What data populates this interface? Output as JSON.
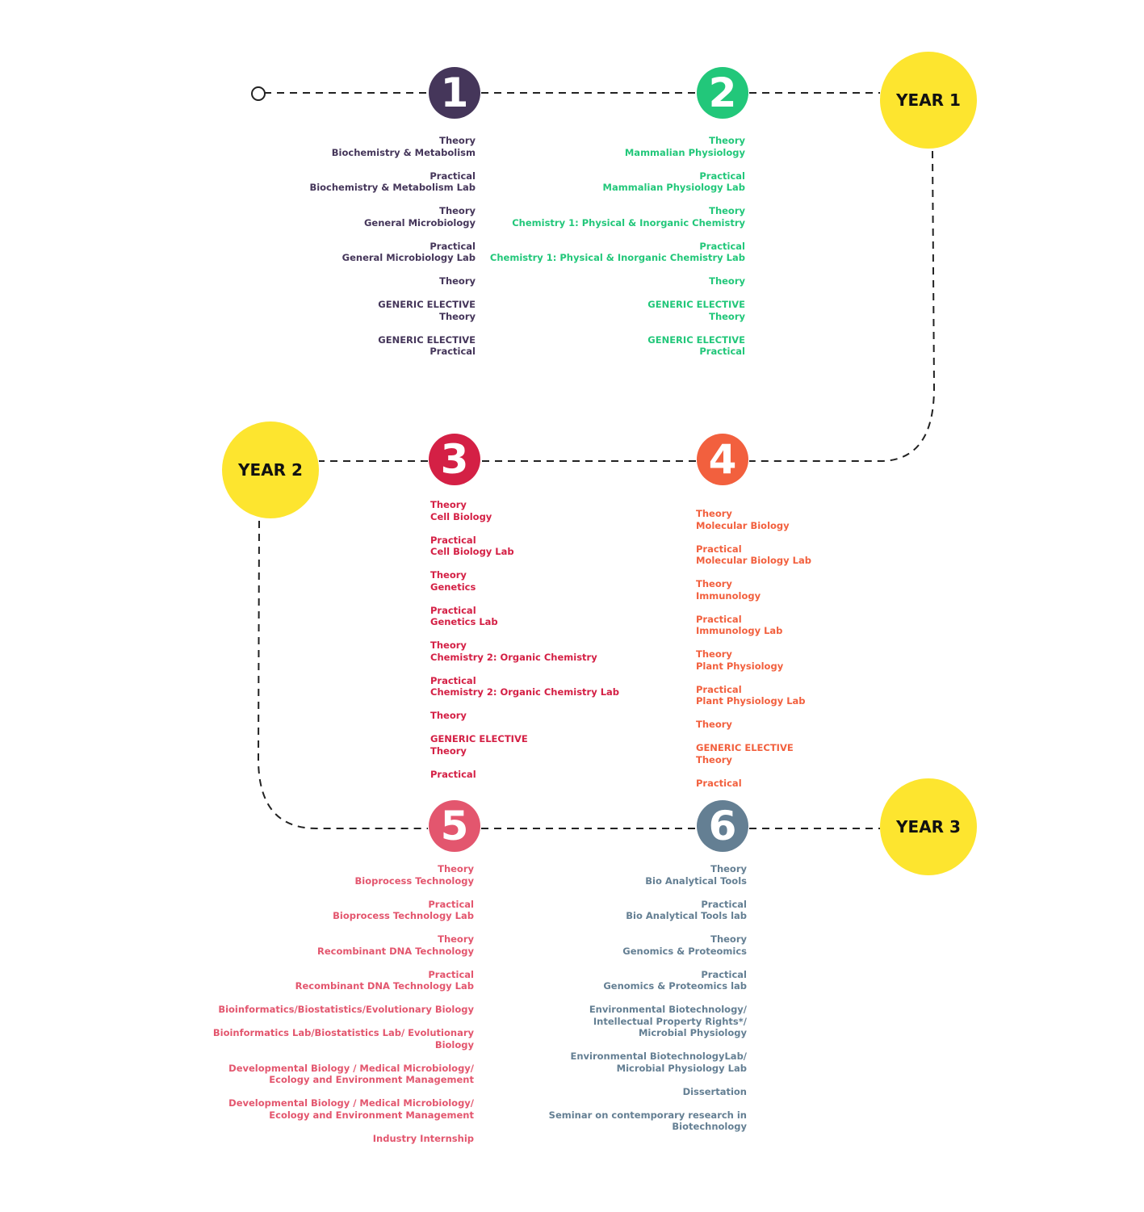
{
  "colors": {
    "sem1": "#45365a",
    "sem2": "#22c77a",
    "sem3": "#d42045",
    "sem4": "#f2603e",
    "sem5": "#e3566e",
    "sem6": "#647f93",
    "year": "#fde52f",
    "path": "#222222"
  },
  "years": {
    "y1": "YEAR 1",
    "y2": "YEAR 2",
    "y3": "YEAR 3"
  },
  "semesters": [
    {
      "number": "1",
      "items": [
        [
          "Theory",
          "Biochemistry & Metabolism"
        ],
        [
          "Practical",
          "Biochemistry & Metabolism Lab"
        ],
        [
          "Theory",
          "General Microbiology"
        ],
        [
          "Practical",
          "General Microbiology Lab"
        ],
        [
          "Theory"
        ],
        [
          "GENERIC ELECTIVE",
          "Theory"
        ],
        [
          "GENERIC ELECTIVE",
          "Practical"
        ]
      ]
    },
    {
      "number": "2",
      "items": [
        [
          "Theory",
          "Mammalian Physiology"
        ],
        [
          "Practical",
          "Mammalian Physiology Lab"
        ],
        [
          "Theory",
          "Chemistry 1: Physical & Inorganic Chemistry"
        ],
        [
          "Practical",
          "Chemistry 1: Physical & Inorganic Chemistry Lab"
        ],
        [
          "Theory"
        ],
        [
          "GENERIC ELECTIVE",
          "Theory"
        ],
        [
          "GENERIC ELECTIVE",
          "Practical"
        ]
      ]
    },
    {
      "number": "3",
      "items": [
        [
          "Theory",
          "Cell Biology"
        ],
        [
          "Practical",
          "Cell Biology Lab"
        ],
        [
          "Theory",
          "Genetics"
        ],
        [
          "Practical",
          "Genetics Lab"
        ],
        [
          "Theory",
          "Chemistry 2: Organic Chemistry"
        ],
        [
          "Practical",
          "Chemistry 2: Organic Chemistry Lab"
        ],
        [
          "Theory"
        ],
        [
          "GENERIC ELECTIVE",
          "Theory"
        ],
        [
          "Practical"
        ]
      ]
    },
    {
      "number": "4",
      "items": [
        [
          "Theory",
          "Molecular Biology"
        ],
        [
          "Practical",
          "Molecular Biology Lab"
        ],
        [
          "Theory",
          "Immunology"
        ],
        [
          "Practical",
          "Immunology Lab"
        ],
        [
          "Theory",
          "Plant Physiology"
        ],
        [
          "Practical",
          "Plant Physiology Lab"
        ],
        [
          "Theory"
        ],
        [
          "GENERIC ELECTIVE",
          "Theory"
        ],
        [
          "Practical"
        ]
      ]
    },
    {
      "number": "5",
      "items": [
        [
          "Theory",
          "Bioprocess Technology"
        ],
        [
          "Practical",
          "Bioprocess Technology Lab"
        ],
        [
          "Theory",
          "Recombinant DNA Technology"
        ],
        [
          "Practical",
          "Recombinant DNA Technology Lab"
        ],
        [
          "Bioinformatics/Biostatistics/Evolutionary Biology"
        ],
        [
          "Bioinformatics Lab/Biostatistics Lab/ Evolutionary",
          "Biology"
        ],
        [
          "Developmental Biology / Medical Microbiology/",
          "Ecology and Environment Management"
        ],
        [
          "Developmental Biology / Medical Microbiology/",
          "Ecology and Environment Management"
        ],
        [
          "Industry Internship"
        ]
      ]
    },
    {
      "number": "6",
      "items": [
        [
          "Theory",
          "Bio Analytical Tools"
        ],
        [
          "Practical",
          "Bio Analytical Tools lab"
        ],
        [
          "Theory",
          "Genomics & Proteomics"
        ],
        [
          "Practical",
          "Genomics & Proteomics lab"
        ],
        [
          "Environmental Biotechnology/",
          "Intellectual Property Rights*/",
          "Microbial Physiology"
        ],
        [
          "Environmental BiotechnologyLab/",
          "Microbial Physiology Lab"
        ],
        [
          "Dissertation"
        ],
        [
          "Seminar on contemporary research in",
          "Biotechnology"
        ]
      ]
    }
  ]
}
